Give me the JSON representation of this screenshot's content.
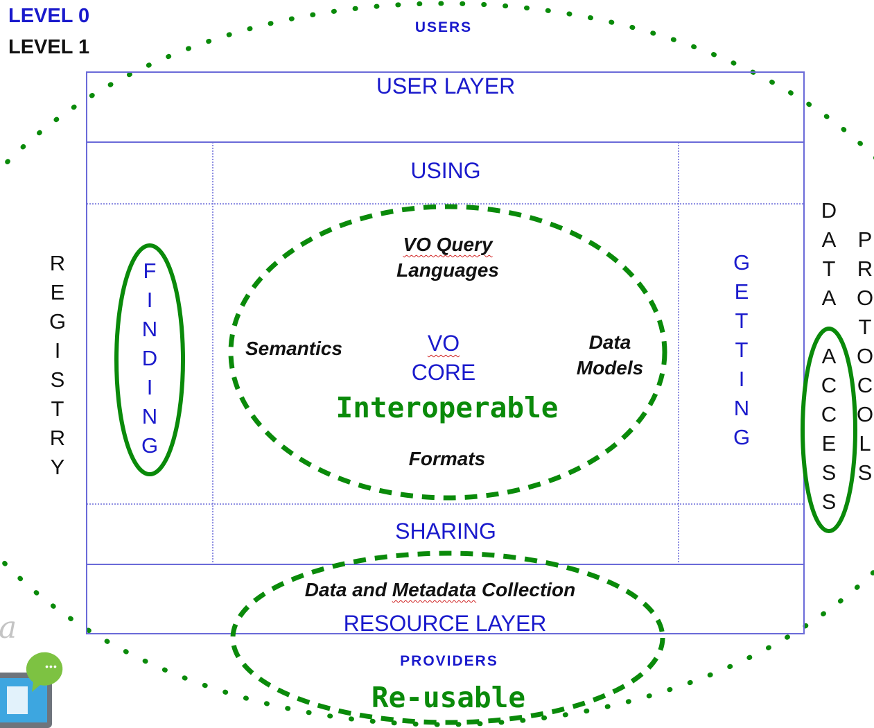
{
  "colors": {
    "blue": "#1a1acc",
    "box_border": "#6a6ad8",
    "green": "#0a8a0a",
    "black": "#111111"
  },
  "legend": {
    "level0": "LEVEL 0",
    "level1": "LEVEL 1"
  },
  "users_label": "USERS",
  "providers_label": "PROVIDERS",
  "user_layer": "USER LAYER",
  "resource_layer": "RESOURCE LAYER",
  "using": "USING",
  "sharing": "SHARING",
  "vo_core": {
    "line1": "VO",
    "line2": "CORE"
  },
  "interoperable": "Interoperable",
  "reusable": "Re-usable",
  "core_topics": {
    "query_line1": "VO Query",
    "query_line2": "Languages",
    "semantics": "Semantics",
    "data_models_line1": "Data",
    "data_models_line2": "Models",
    "formats": "Formats"
  },
  "collection": {
    "prefix": "Data and ",
    "word": "Metadata",
    "suffix": " Collection"
  },
  "vertical": {
    "registry": [
      "R",
      "E",
      "G",
      "I",
      "S",
      "T",
      "R",
      "Y"
    ],
    "finding": [
      "F",
      "I",
      "N",
      "D",
      "I",
      "N",
      "G"
    ],
    "getting": [
      "G",
      "E",
      "T",
      "T",
      "I",
      "N",
      "G"
    ],
    "data_access": [
      "D",
      "A",
      "T",
      "A",
      "",
      "A",
      "C",
      "C",
      "E",
      "S",
      "S"
    ],
    "protocols": [
      "P",
      "R",
      "O",
      "T",
      "O",
      "C",
      "O",
      "L",
      "S"
    ]
  },
  "corner_letter": "a",
  "chat_dots": "•••"
}
